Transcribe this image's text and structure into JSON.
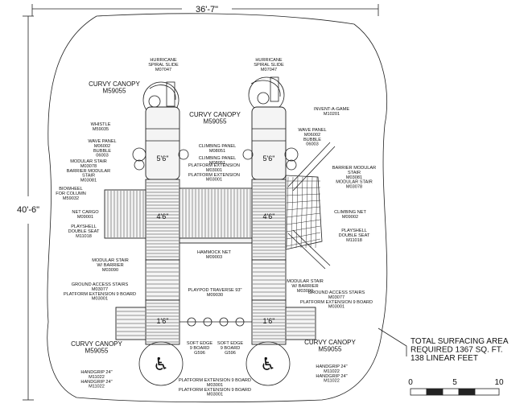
{
  "dimensions": {
    "width_label": "36'-7\"",
    "height_label": "40'-6\""
  },
  "deck_heights": [
    "5'6\"",
    "5'6\"",
    "4'6\"",
    "4'6\"",
    "1'6\"",
    "1'6\""
  ],
  "labels": {
    "curvy_canopy_top_left": "CURVY CANOPY\nM59055",
    "curvy_canopy_top_center": "CURVY CANOPY\nM59055",
    "curvy_canopy_bottom_left": "CURVY CANOPY\nM59055",
    "curvy_canopy_bottom_right": "CURVY CANOPY\nM59055",
    "spiral_slide_left": "HURRICANE\nSPIRAL SLIDE\nM07047",
    "spiral_slide_right": "HURRICANE\nSPIRAL SLIDE\nM07047",
    "invent_a_game": "INVENT-A-GAME\nM10201",
    "whistle": "WHISTLE\nM59035",
    "wave_panel_left": "WAVE PANEL\nM06002\nBUBBLE\n06003",
    "wave_panel_right": "WAVE PANEL\nM06002\nBUBBLE\n06003",
    "climbing_panel_top": "CLIMBING PANEL\nM08051",
    "climbing_panel_mid": "CLIMBING PANEL\nM08051",
    "platform_extension_center": "PLATFORM EXTENSION\nM03001\nPLATFORM EXTENSION\nM03001",
    "modular_stair_barrier_left": "MODULAR STAIR\nM03078\nBARRIER MODULAR\nSTAIR\nM03081",
    "barrier_modular_stair_right": "BARRIER MODULAR\nSTAIR\nM03081\nMODULAR STAIR\nM03078",
    "biowheel": "BIOWHEEL\nFOR COLUMN\nM59032",
    "net_cargo": "NET CARGO\nM09001",
    "climbing_net": "CLIMBING NET\nM09002",
    "playshell_left": "PLAYSHELL\nDOUBLE SEAT\nM11018",
    "playshell_right": "PLAYSHELL\nDOUBLE SEAT\nM11018",
    "hammock_net": "HAMMOCK NET\nM09003",
    "modular_stair_barrier_bottom_left": "MODULAR STAIR\nW/ BARRIER\nM03090",
    "modular_stair_barrier_bottom_right": "MODULAR STAIR\nW/ BARRIER\nM03090",
    "ground_access_left": "GROUND ACCESS STAIRS\nM03077\nPLATFORM EXTENSION 9 BOARD\nM03001",
    "ground_access_right": "GROUND ACCESS STAIRS\nM03077\nPLATFORM EXTENSION 9 BOARD\nM03001",
    "playpod_traverse": "PLAYPOD TRAVERSE 93\"\nM09030",
    "soft_edge_left": "SOFT EDGE\n9 BOARD\nG596",
    "soft_edge_right": "SOFT EDGE\n9 BOARD\nG596",
    "handgrip_left": "HANDGRIP 24\"\nM11022\nHANDGRIP 24\"\nM11022",
    "handgrip_right": "HANDGRIP 24\"\nM11022\nHANDGRIP 24\"\nM11022",
    "platform_extension_bottom": "PLATFORM EXTENSION 9 BOARD\nM03001\nPLATFORM EXTENSION 9 BOARD\nM03001"
  },
  "surfacing_note": "TOTAL SURFACING AREA\nREQUIRED 1367 SQ. FT.\n138 LINEAR FEET",
  "scale_bar": {
    "ticks": [
      "0",
      "5",
      "10"
    ]
  }
}
